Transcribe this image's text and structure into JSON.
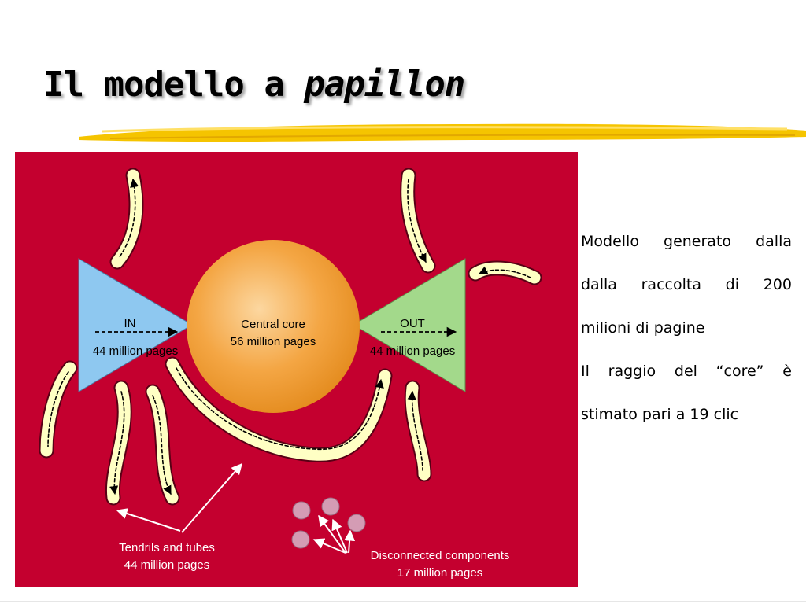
{
  "slide": {
    "title_main": "Il modello a ",
    "title_italic": "papillon"
  },
  "diagram": {
    "in_label": "IN",
    "in_count": "44 million pages",
    "core_label": "Central core",
    "core_count": "56 million pages",
    "out_label": "OUT",
    "out_count": "44 million pages",
    "tendrils_label": "Tendrils and tubes",
    "tendrils_count": "44 million pages",
    "disconnected_label": "Disconnected components",
    "disconnected_count": "17 million pages",
    "colors": {
      "background": "#c4002f",
      "in": "#8ec8f0",
      "out": "#a3d98b",
      "core": "#f4a644",
      "tendril": "#ffffc4",
      "disconnected": "#d49cb4"
    }
  },
  "side_text": {
    "line1": "Modello generato dalla",
    "line2": "dalla  raccolta  di  200",
    "line3": "milioni di pagine",
    "line4": "Il raggio del  “core”  è",
    "line5": "stimato pari a 19 clic"
  }
}
